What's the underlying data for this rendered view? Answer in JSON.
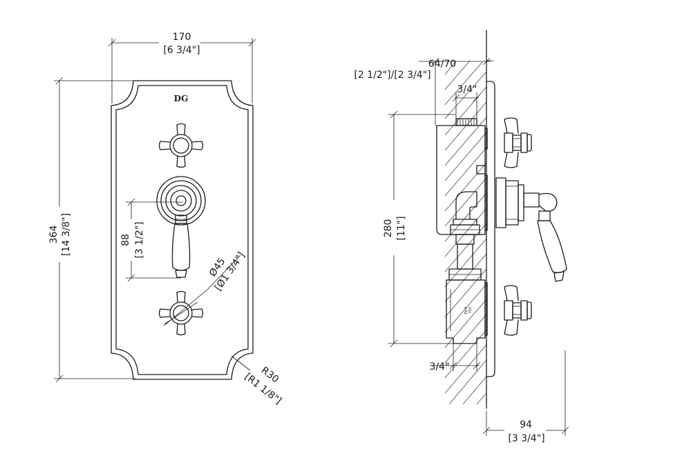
{
  "logo_text": "DG",
  "front_view": {
    "width_mm": "170",
    "width_in": "[6 3/4\"]",
    "height_mm": "364",
    "height_in": "[14 3/8\"]",
    "spacing_mm": "88",
    "spacing_in": "[3 1/2\"]",
    "dia_mm": "Ø45",
    "dia_in": "[Ø1 3/4\"]",
    "radius_mm": "R30",
    "radius_in": "[R1 1/8\"]"
  },
  "side_view": {
    "depth_mm": "64/70",
    "depth_in": "[2 1/2\"]/[2 3/4\"]",
    "top_conn": "3/4\"",
    "height_mm": "280",
    "height_in": "[11\"]",
    "bottom_conn": "3/4\"",
    "proj_mm": "94",
    "proj_in": "[3 3/4\"]",
    "valve_label_1": "Pb-X",
    "valve_label_2": "750"
  }
}
